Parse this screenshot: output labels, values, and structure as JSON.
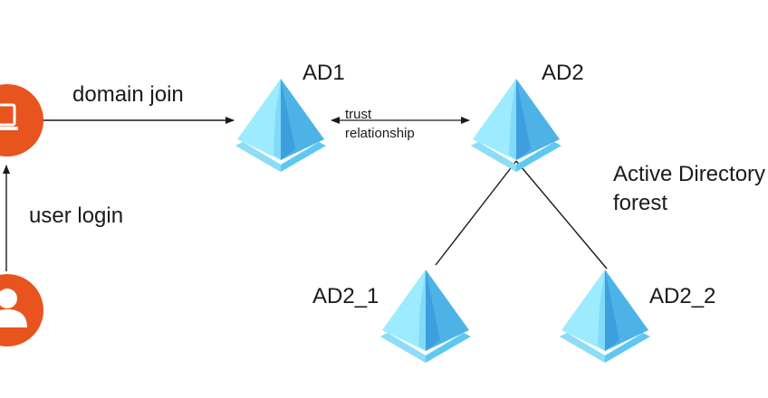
{
  "labels": {
    "domain_join": "domain join",
    "user_login": "user login",
    "trust_line1": "trust",
    "trust_line2": "relationship",
    "forest_line1": "Active Directory",
    "forest_line2": "forest"
  },
  "nodes": {
    "ad1": "AD1",
    "ad2": "AD2",
    "ad2_1": "AD2_1",
    "ad2_2": "AD2_2"
  },
  "icons": {
    "computer": "laptop-icon",
    "user": "user-icon",
    "directory": "azure-ad-pyramid-icon"
  },
  "colors": {
    "actor_orange": "#E8541D",
    "pyramid_light": "#9CEBFF",
    "pyramid_mid": "#5EC8F0",
    "pyramid_dark": "#2B88D8",
    "line": "#1a1a1a"
  }
}
